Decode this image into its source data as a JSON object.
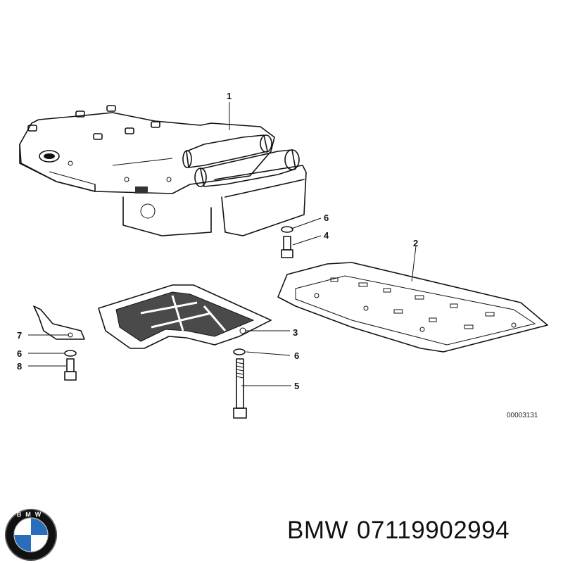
{
  "diagram": {
    "callouts": [
      {
        "label": "1",
        "target": "valve-body"
      },
      {
        "label": "2",
        "target": "intermediate-plate"
      },
      {
        "label": "3",
        "target": "filter"
      },
      {
        "label": "4",
        "target": "bolt-upper"
      },
      {
        "label": "5",
        "target": "long-bolt"
      },
      {
        "label": "6",
        "target": "washer"
      },
      {
        "label": "6",
        "target": "washer"
      },
      {
        "label": "6",
        "target": "washer"
      },
      {
        "label": "7",
        "target": "bracket"
      },
      {
        "label": "8",
        "target": "bolt-small"
      }
    ],
    "reference_number": "00003131"
  },
  "caption": {
    "brand": "BMW",
    "part_number": "07119902994"
  },
  "logo": {
    "text": "BMW",
    "colors": {
      "blue": "#2a6ebb",
      "white": "#ffffff",
      "ring": "#111111"
    }
  }
}
